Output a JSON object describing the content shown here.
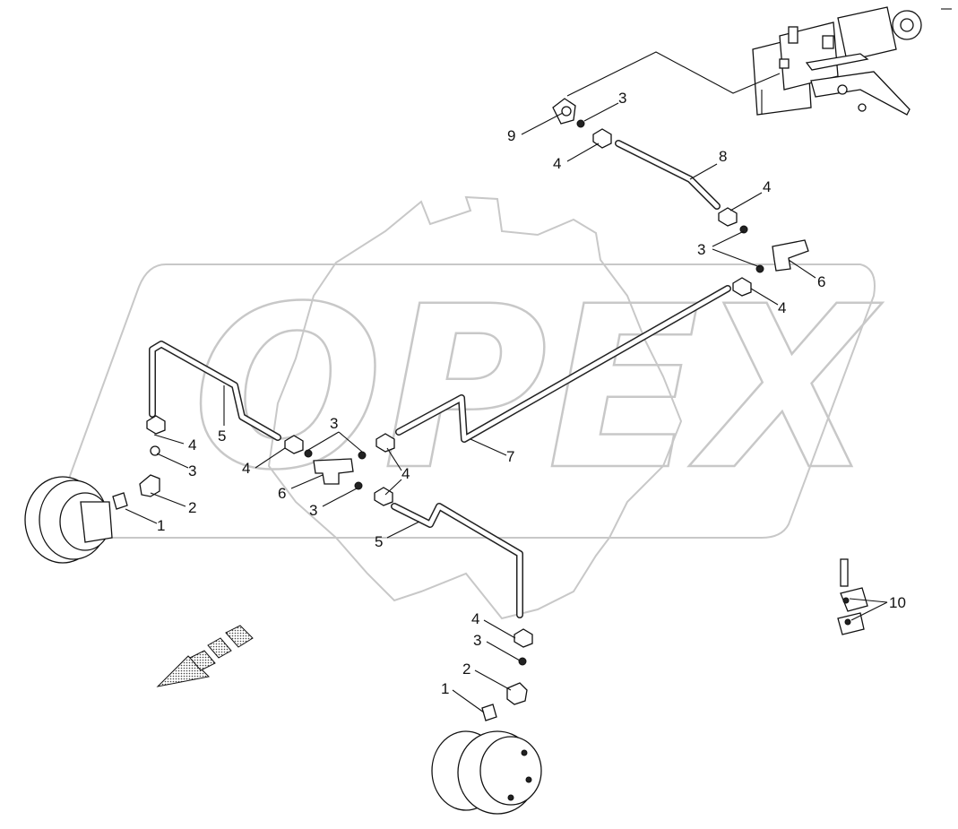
{
  "watermark": {
    "brand": "OPEX"
  },
  "callouts": [
    {
      "id": "c1",
      "text": "1"
    },
    {
      "id": "c2",
      "text": "2"
    },
    {
      "id": "c3",
      "text": "3"
    },
    {
      "id": "c4",
      "text": "4"
    },
    {
      "id": "c5",
      "text": "5"
    },
    {
      "id": "c6",
      "text": "6"
    },
    {
      "id": "c7",
      "text": "7"
    },
    {
      "id": "c8",
      "text": "8"
    },
    {
      "id": "c9",
      "text": "9"
    },
    {
      "id": "c10",
      "text": "10"
    }
  ]
}
